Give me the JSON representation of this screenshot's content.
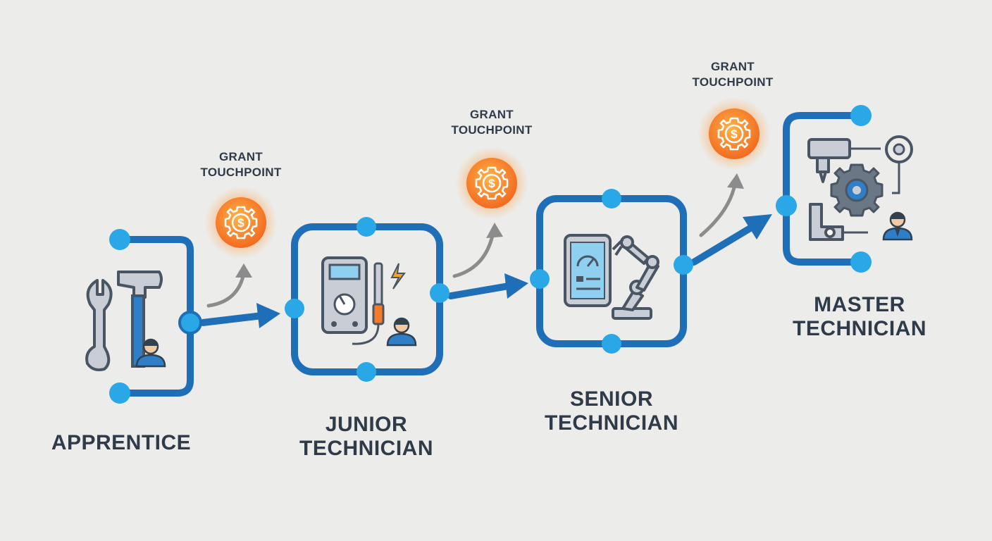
{
  "stages": [
    {
      "id": "apprentice",
      "label": "APPRENTICE"
    },
    {
      "id": "junior",
      "label": "JUNIOR\nTECHNICIAN"
    },
    {
      "id": "senior",
      "label": "SENIOR\nTECHNICIAN"
    },
    {
      "id": "master",
      "label": "MASTER\nTECHNICIAN"
    }
  ],
  "grants": [
    {
      "label": "GRANT\nTOUCHPOINT"
    },
    {
      "label": "GRANT\nTOUCHPOINT"
    },
    {
      "label": "GRANT\nTOUCHPOINT"
    }
  ],
  "colors": {
    "background": "#ececea",
    "path_blue": "#1f6fb8",
    "node_blue": "#2aa7e6",
    "icon_gray": "#4a5563",
    "coin_orange": "#f47a2a",
    "arrow_gray": "#8c8c8c",
    "text_dark": "#2f3b49"
  },
  "icons": [
    "wrench-icon",
    "hammer-icon",
    "worker-icon",
    "multimeter-icon",
    "probe-icon",
    "lightning-icon",
    "tablet-gauge-icon",
    "robot-arm-icon",
    "drill-icon",
    "gear-icon",
    "manager-icon",
    "dollar-gear-icon"
  ]
}
